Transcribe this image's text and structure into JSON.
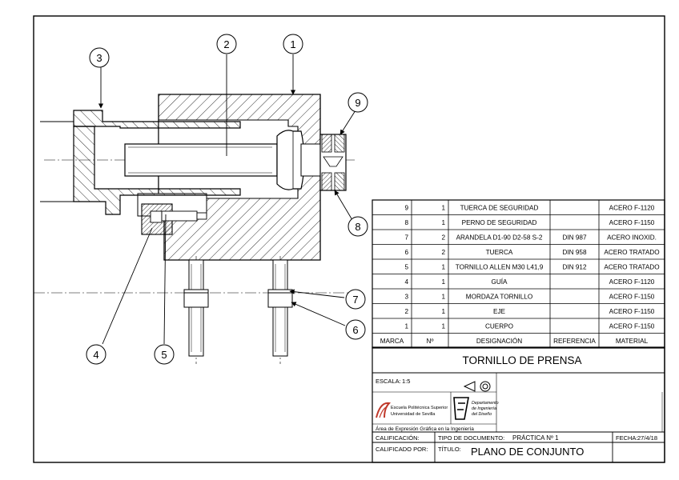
{
  "balloons": [
    {
      "n": "1"
    },
    {
      "n": "2"
    },
    {
      "n": "3"
    },
    {
      "n": "4"
    },
    {
      "n": "5"
    },
    {
      "n": "6"
    },
    {
      "n": "7"
    },
    {
      "n": "8"
    },
    {
      "n": "9"
    }
  ],
  "parts_list": {
    "rows": [
      {
        "marca": "9",
        "n": "1",
        "designacion": "TUERCA DE SEGURIDAD",
        "referencia": "",
        "material": "ACERO F-1120"
      },
      {
        "marca": "8",
        "n": "1",
        "designacion": "PERNO DE SEGURIDAD",
        "referencia": "",
        "material": "ACERO F-1150"
      },
      {
        "marca": "7",
        "n": "2",
        "designacion": "ARANDELA D1-90 D2-58 S-2",
        "referencia": "DIN 987",
        "material": "ACERO INOXID."
      },
      {
        "marca": "6",
        "n": "2",
        "designacion": "TUERCA",
        "referencia": "DIN 958",
        "material": "ACERO TRATADO"
      },
      {
        "marca": "5",
        "n": "1",
        "designacion": "TORNILLO ALLEN M30 L41,9",
        "referencia": "DIN 912",
        "material": "ACERO TRATADO"
      },
      {
        "marca": "4",
        "n": "1",
        "designacion": "GUÍA",
        "referencia": "",
        "material": "ACERO F-1120"
      },
      {
        "marca": "3",
        "n": "1",
        "designacion": "MORDAZA TORNILLO",
        "referencia": "",
        "material": "ACERO F-1150"
      },
      {
        "marca": "2",
        "n": "1",
        "designacion": "EJE",
        "referencia": "",
        "material": "ACERO F-1150"
      },
      {
        "marca": "1",
        "n": "1",
        "designacion": "CUERPO",
        "referencia": "",
        "material": "ACERO F-1150"
      }
    ],
    "header": {
      "marca": "MARCA",
      "n": "Nº",
      "designacion": "DESIGNACIÓN",
      "referencia": "REFERENCIA",
      "material": "MATERIAL"
    }
  },
  "title_block": {
    "assembly_name": "TORNILLO DE PRENSA",
    "escala_label": "ESCALA:",
    "escala_value": "1:5",
    "school_line1": "Escuela Politécnica Superior",
    "school_line2": "Universidad de Sevilla",
    "dept_line1": "Departamento",
    "dept_line2": "de Ingeniería",
    "dept_line3": "del Diseño",
    "area": "Área de Expresión Gráfica en la Ingeniería",
    "calificacion_label": "CALIFICACIÓN:",
    "tipo_label": "TIPO DE DOCUMENTO:",
    "tipo_value": "PRÁCTICA Nº 1",
    "fecha_label": "FECHA:",
    "fecha_value": "27/4/18",
    "calificado_label": "CALIFICADO POR:",
    "titulo_label": "TÍTULO:",
    "titulo_value": "PLANO DE CONJUNTO"
  }
}
